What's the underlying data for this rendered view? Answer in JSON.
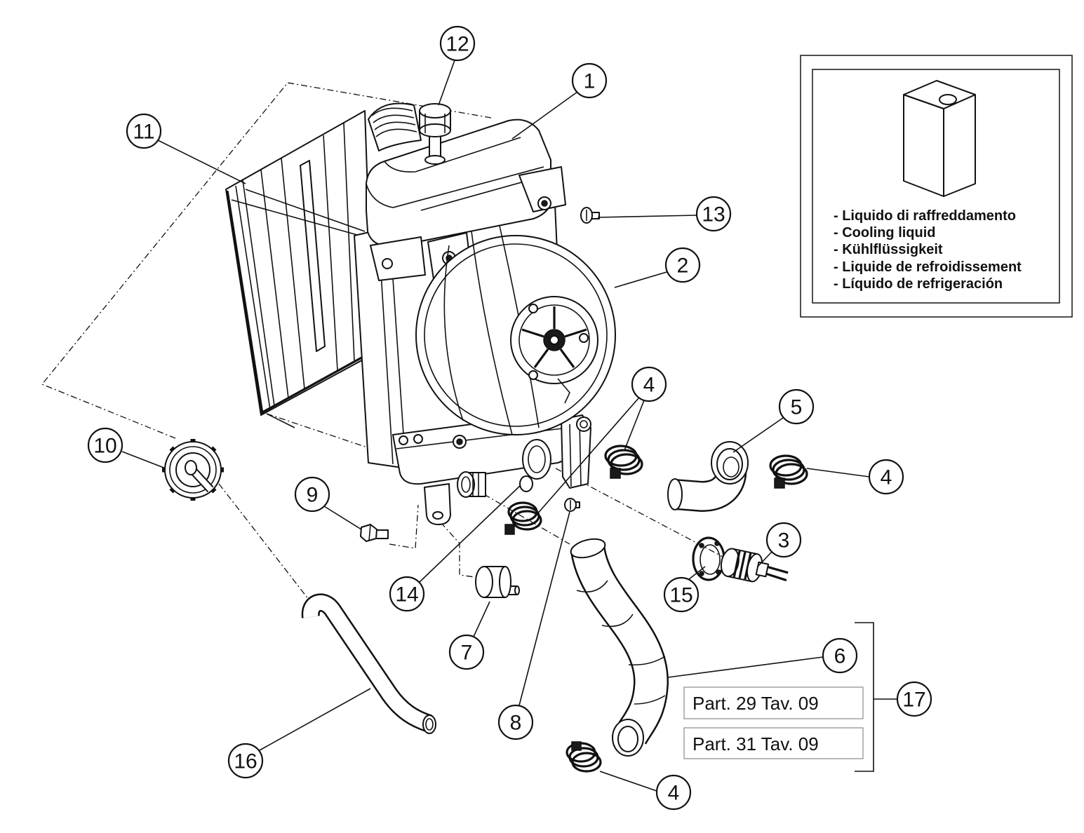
{
  "callouts": [
    "12",
    "1",
    "11",
    "13",
    "2",
    "4",
    "5",
    "4",
    "10",
    "9",
    "3",
    "14",
    "15",
    "6",
    "7",
    "17",
    "8",
    "16",
    "4"
  ],
  "legend": {
    "icon": "coolant-container-icon",
    "lines": [
      "- Liquido di raffreddamento",
      "- Cooling liquid",
      "- Kühlflüssigkeit",
      "- Liquide de refroidissement",
      "- Líquido de refrigeración"
    ]
  },
  "references": [
    "Part. 29 Tav. 09",
    "Part. 31 Tav. 09"
  ]
}
